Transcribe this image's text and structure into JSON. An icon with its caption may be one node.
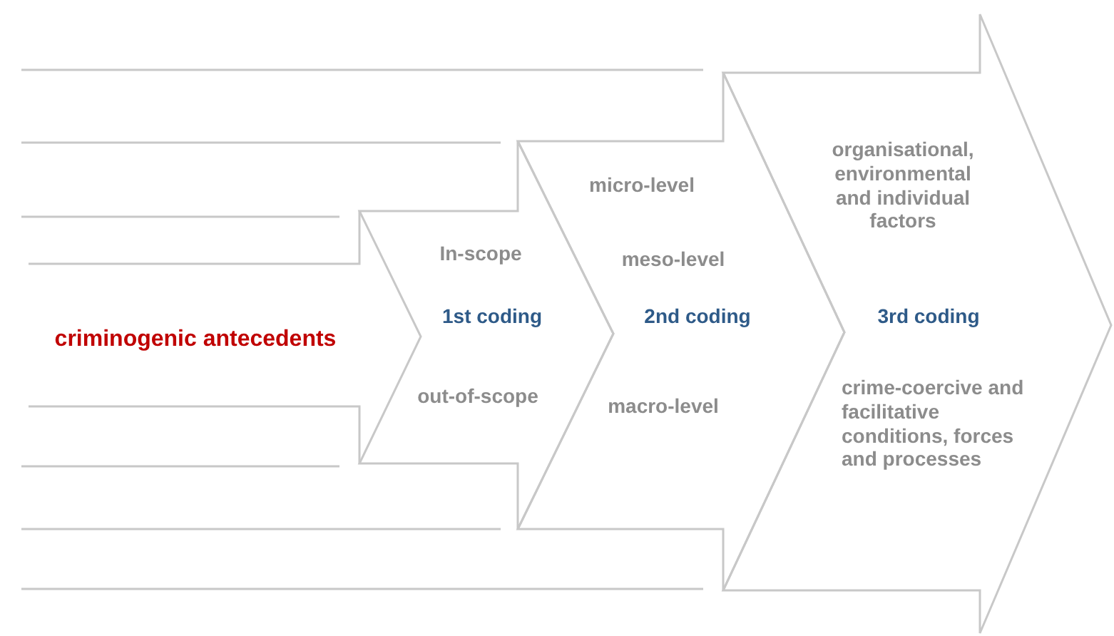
{
  "diagram": {
    "nodes": [
      {
        "text": [
          "criminogenic antecedents"
        ]
      },
      {
        "text": [
          "In-scope",
          "1st coding",
          "out-of-scope"
        ]
      },
      {
        "text": [
          "micro-level",
          "meso-level",
          "2nd coding",
          "macro-level"
        ]
      },
      {
        "text": [
          "organisational, environmental and individual factors",
          "3rd coding",
          "crime-coercive and facilitative conditions, forces and processes"
        ]
      }
    ]
  }
}
